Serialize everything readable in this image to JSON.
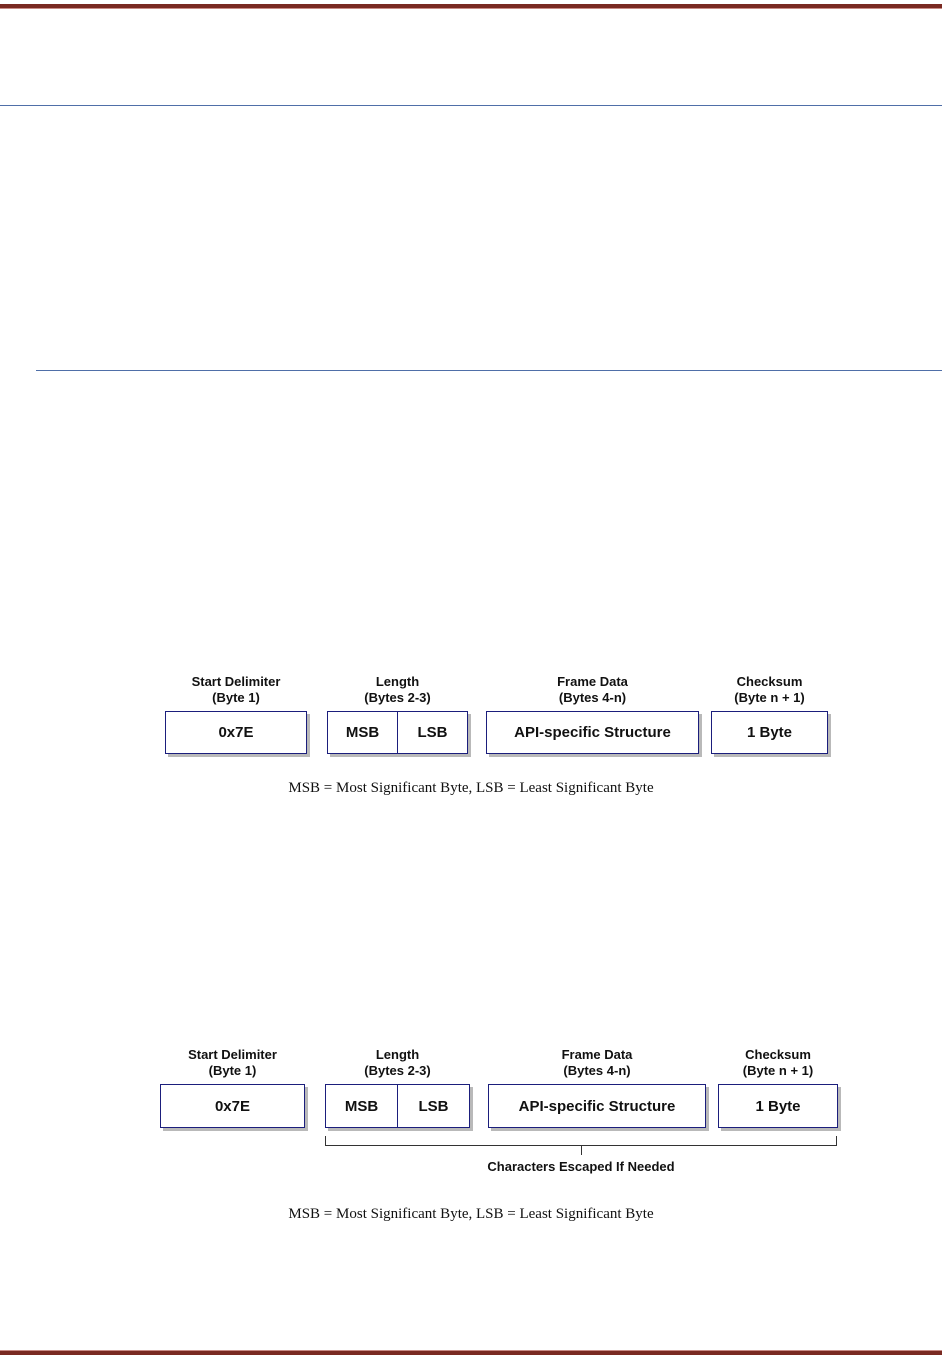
{
  "diagram1": {
    "start_delimiter": {
      "title": "Start Delimiter",
      "sub": "(Byte 1)",
      "value": "0x7E"
    },
    "length": {
      "title": "Length",
      "sub": "(Bytes 2-3)",
      "msb": "MSB",
      "lsb": "LSB"
    },
    "frame_data": {
      "title": "Frame Data",
      "sub": "(Bytes 4-n)",
      "value": "API-specific Structure"
    },
    "checksum": {
      "title": "Checksum",
      "sub": "(Byte n + 1)",
      "value": "1 Byte"
    },
    "caption": "MSB = Most Significant Byte, LSB = Least Significant Byte"
  },
  "diagram2": {
    "start_delimiter": {
      "title": "Start Delimiter",
      "sub": "(Byte 1)",
      "value": "0x7E"
    },
    "length": {
      "title": "Length",
      "sub": "(Bytes 2-3)",
      "msb": "MSB",
      "lsb": "LSB"
    },
    "frame_data": {
      "title": "Frame Data",
      "sub": "(Bytes 4-n)",
      "value": "API-specific Structure"
    },
    "checksum": {
      "title": "Checksum",
      "sub": "(Byte n + 1)",
      "value": "1 Byte"
    },
    "bracket_label": "Characters Escaped If Needed",
    "caption": "MSB = Most Significant Byte, LSB = Least Significant Byte"
  },
  "colors": {
    "header_rule": "#7a2a22",
    "section_rule": "#4f6fa8",
    "box_border": "#1b1e7c"
  }
}
